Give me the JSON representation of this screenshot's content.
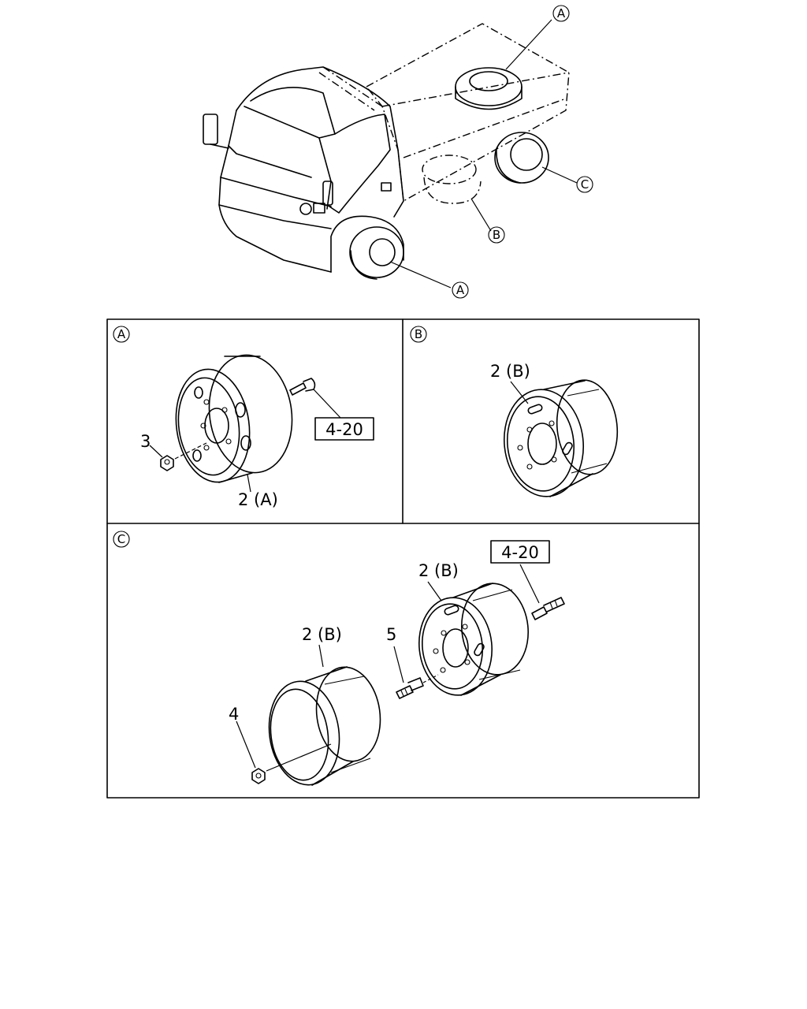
{
  "callouts": {
    "a": "A",
    "b": "B",
    "c": "C"
  },
  "labels": {
    "part_2a": "2 (A)",
    "part_2b": "2 (B)",
    "part_3": "3",
    "part_4": "4",
    "part_5": "5",
    "ref_4_20": "4-20"
  }
}
